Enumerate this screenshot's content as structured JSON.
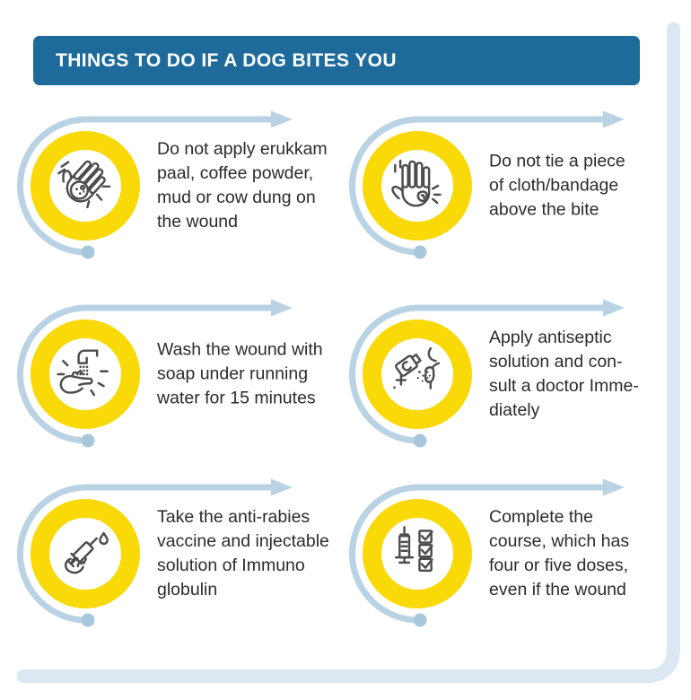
{
  "title": "THINGS TO DO IF A DOG BITES YOU",
  "colors": {
    "header_bg": "#1e6b9b",
    "header_text": "#ffffff",
    "ring_yellow": "#f9d908",
    "arrow_blue": "#b9d3e4",
    "arrow_dot": "#a7c7db",
    "frame_blue": "#dbe8f2",
    "body_text": "#2b2b2b",
    "icon_stroke": "#4d4d4d"
  },
  "items": [
    {
      "icon": "hand-mud-icon",
      "text": "Do not apply erukkam\npaal, coffee powder,\nmud or cow dung on\nthe wound"
    },
    {
      "icon": "palm-bite-icon",
      "text": "Do not tie a piece\nof cloth/bandage\nabove the bite"
    },
    {
      "icon": "wash-wound-icon",
      "text": "Wash the wound with\nsoap under running\nwater for 15 minutes"
    },
    {
      "icon": "antiseptic-icon",
      "text": "Apply antiseptic\nsolution and con-\nsult a doctor Imme-\ndiately"
    },
    {
      "icon": "vaccine-syringe-icon",
      "text": "Take the anti-rabies\nvaccine and injectable\nsolution of Immuno\nglobulin"
    },
    {
      "icon": "course-checklist-icon",
      "text": "Complete the\ncourse, which has\nfour or five doses,\neven if the wound"
    }
  ]
}
